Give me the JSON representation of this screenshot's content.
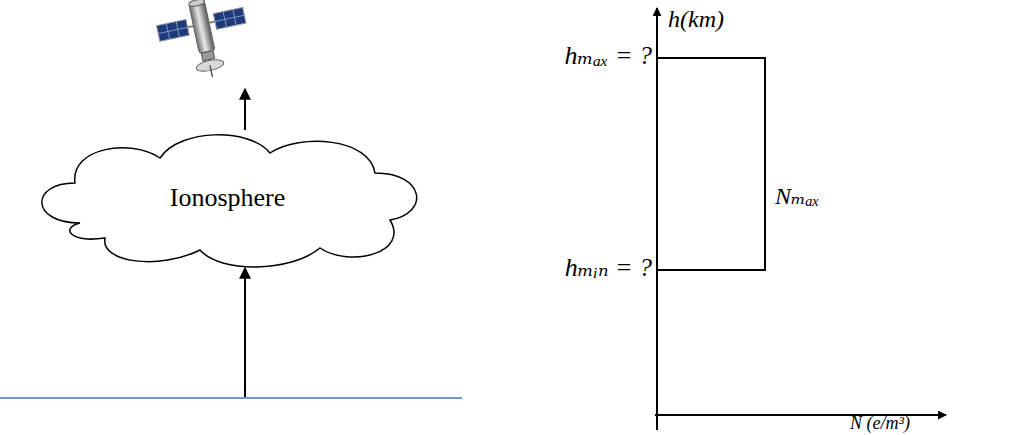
{
  "diagram": {
    "nodes": [
      {
        "text": [
          "Ionosphere"
        ]
      }
    ],
    "labels": [
      "h(km)",
      "hₘₐₓ = ?",
      "hₘᵢₙ = ?",
      "Nₘₐₓ",
      "N (e/m³)"
    ]
  }
}
